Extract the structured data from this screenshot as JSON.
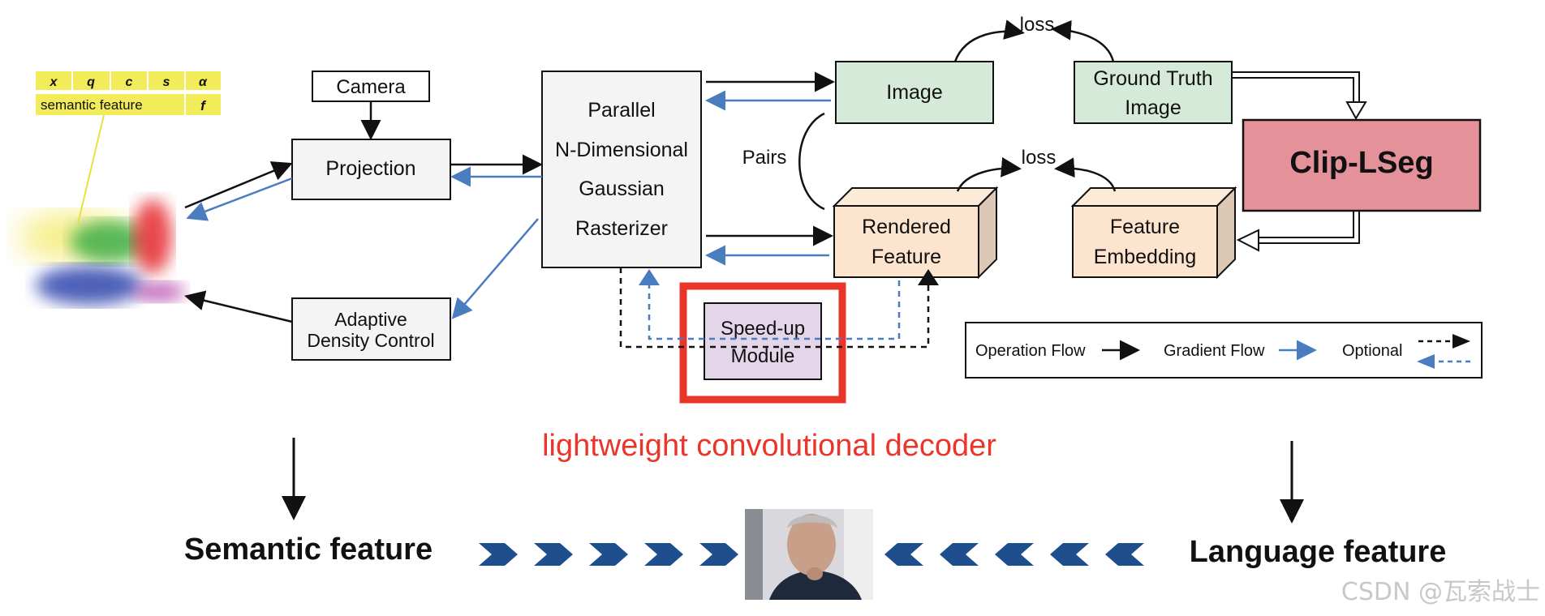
{
  "attributes": {
    "symbols": [
      "x",
      "q",
      "c",
      "s",
      "α"
    ],
    "semantic_label": "semantic feature",
    "semantic_symbol": "f"
  },
  "nodes": {
    "camera": "Camera",
    "projection": "Projection",
    "adaptive": [
      "Adaptive",
      "Density Control"
    ],
    "rasterizer": [
      "Parallel",
      "N-Dimensional",
      "Gaussian",
      "Rasterizer"
    ],
    "image": "Image",
    "ground_truth": [
      "Ground Truth",
      "Image"
    ],
    "clip_lseg": "Clip-LSeg",
    "rendered_feature": [
      "Rendered",
      "Feature"
    ],
    "feature_embedding": [
      "Feature",
      "Embedding"
    ],
    "speed_up": [
      "Speed-up",
      "Module"
    ]
  },
  "edge_labels": {
    "loss_top": "loss",
    "loss_bottom": "loss",
    "pairs": "Pairs"
  },
  "legend": {
    "operation": "Operation Flow",
    "gradient": "Gradient Flow",
    "optional": "Optional"
  },
  "annotation": "lightweight convolutional decoder",
  "bottom": {
    "semantic": "Semantic feature",
    "language": "Language feature"
  },
  "watermark": "CSDN @瓦索战士",
  "colors": {
    "gradient_blue": "#4a7cc0",
    "annotation_red": "#e8362a",
    "image_green": "#d6ead9",
    "feature_peach": "#fce4cf",
    "clip_pink": "#e4919a",
    "speedup_purple": "#e2d6e8",
    "attr_yellow": "#f2ec5a",
    "chevron_blue": "#1f4e8f"
  }
}
